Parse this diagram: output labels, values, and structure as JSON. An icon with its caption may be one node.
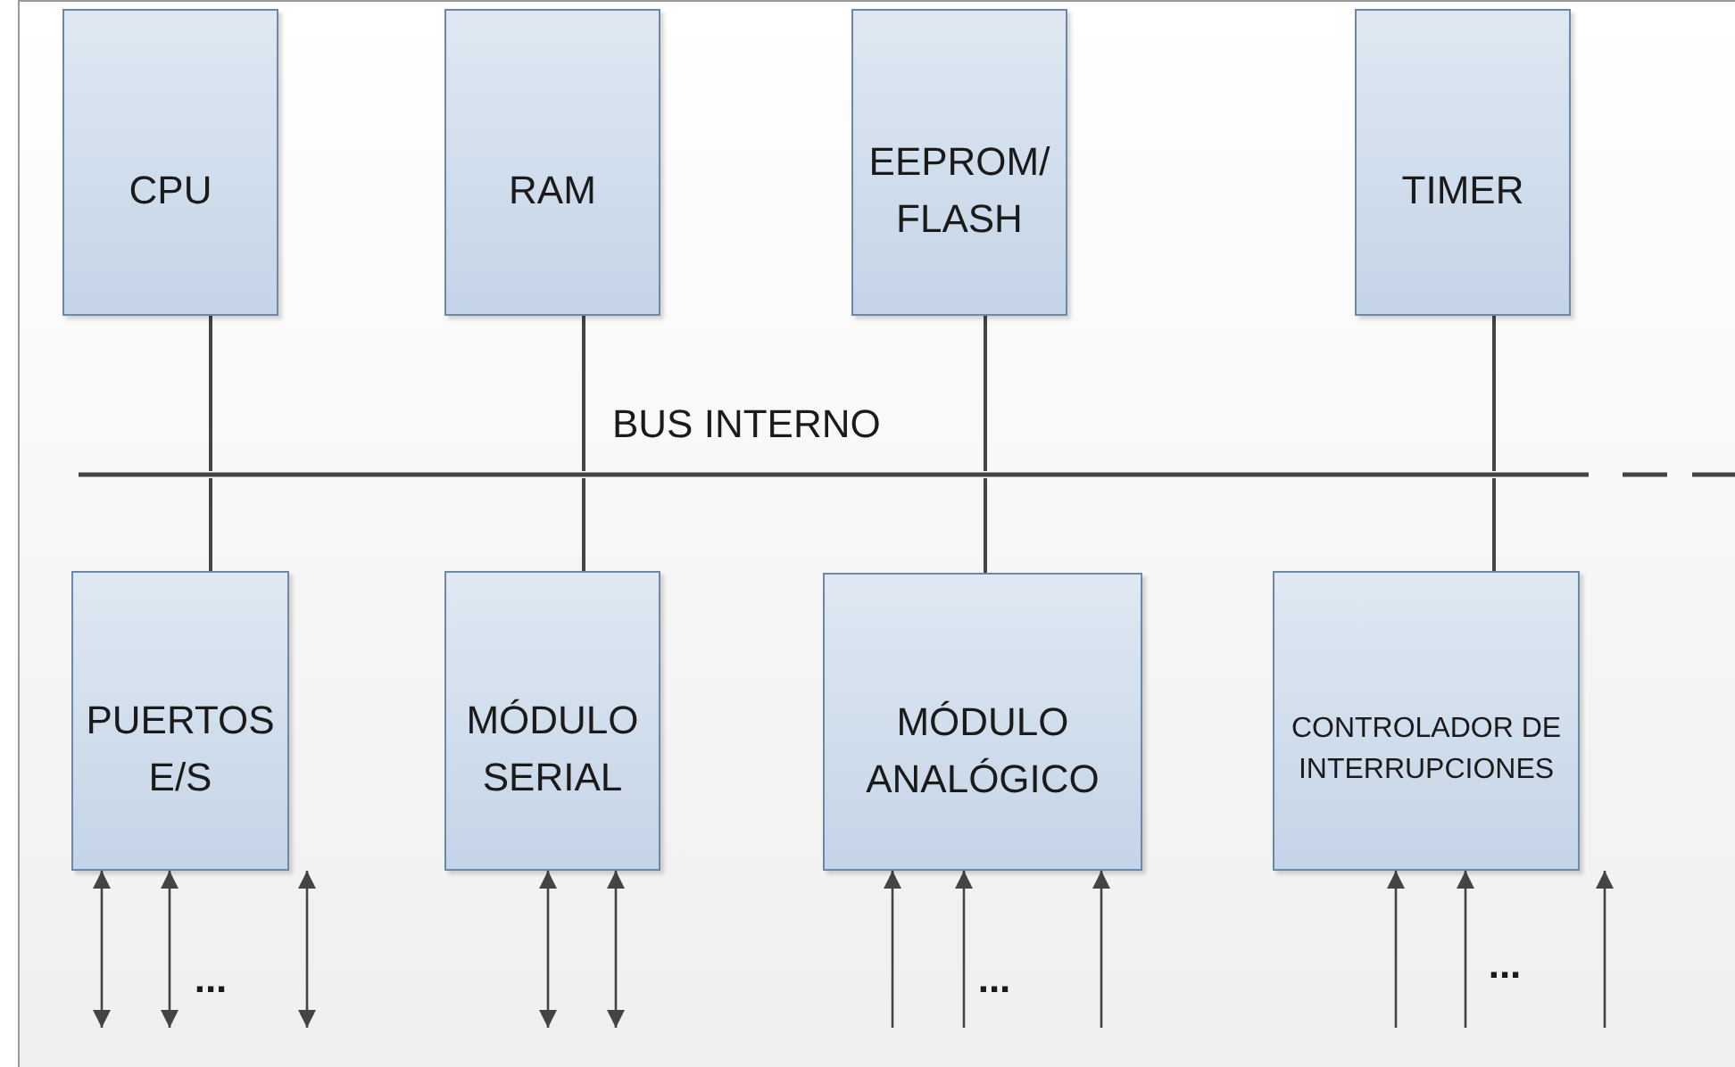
{
  "diagram": {
    "nodes": [
      {
        "text": [
          "CPU"
        ]
      },
      {
        "text": [
          "RAM"
        ]
      },
      {
        "text": [
          "EEPROM/ FLASH"
        ]
      },
      {
        "text": [
          "TIMER"
        ]
      },
      {
        "text": [],
        "shape": "bar",
        "beside": [
          "BUS INTERNO"
        ]
      },
      {
        "text": [
          "PUERTOS E/S"
        ]
      },
      {
        "text": [
          "MÓDULO SERIAL"
        ]
      },
      {
        "text": [
          "MÓDULO ANALÓGICO"
        ]
      },
      {
        "text": [
          "CONTROLADOR DE INTERRUPCIONES"
        ]
      }
    ],
    "edges": [
      {
        "from": 0,
        "to": 4,
        "arrow": "none"
      },
      {
        "from": 1,
        "to": 4,
        "arrow": "none"
      },
      {
        "from": 2,
        "to": 4,
        "arrow": "none"
      },
      {
        "from": 3,
        "to": 4,
        "arrow": "none"
      },
      {
        "from": 4,
        "to": 5,
        "arrow": "none"
      },
      {
        "from": 4,
        "to": 6,
        "arrow": "none"
      },
      {
        "from": 4,
        "to": 7,
        "arrow": "none"
      },
      {
        "from": 4,
        "to": 8,
        "arrow": "none"
      },
      {
        "from": null,
        "to": 5,
        "arrow": "both"
      },
      {
        "from": null,
        "to": 5,
        "arrow": "both"
      },
      {
        "from": null,
        "to": 5,
        "arrow": "both"
      },
      {
        "from": null,
        "to": 6,
        "arrow": "both"
      },
      {
        "from": null,
        "to": 6,
        "arrow": "both"
      },
      {
        "from": null,
        "to": 7,
        "arrow": "to"
      },
      {
        "from": null,
        "to": 7,
        "arrow": "to"
      },
      {
        "from": null,
        "to": 7,
        "arrow": "to"
      },
      {
        "from": null,
        "to": 8,
        "arrow": "to"
      },
      {
        "from": null,
        "to": 8,
        "arrow": "to"
      },
      {
        "from": null,
        "to": 8,
        "arrow": "to"
      }
    ],
    "labels": [
      "...",
      "...",
      "..."
    ]
  }
}
